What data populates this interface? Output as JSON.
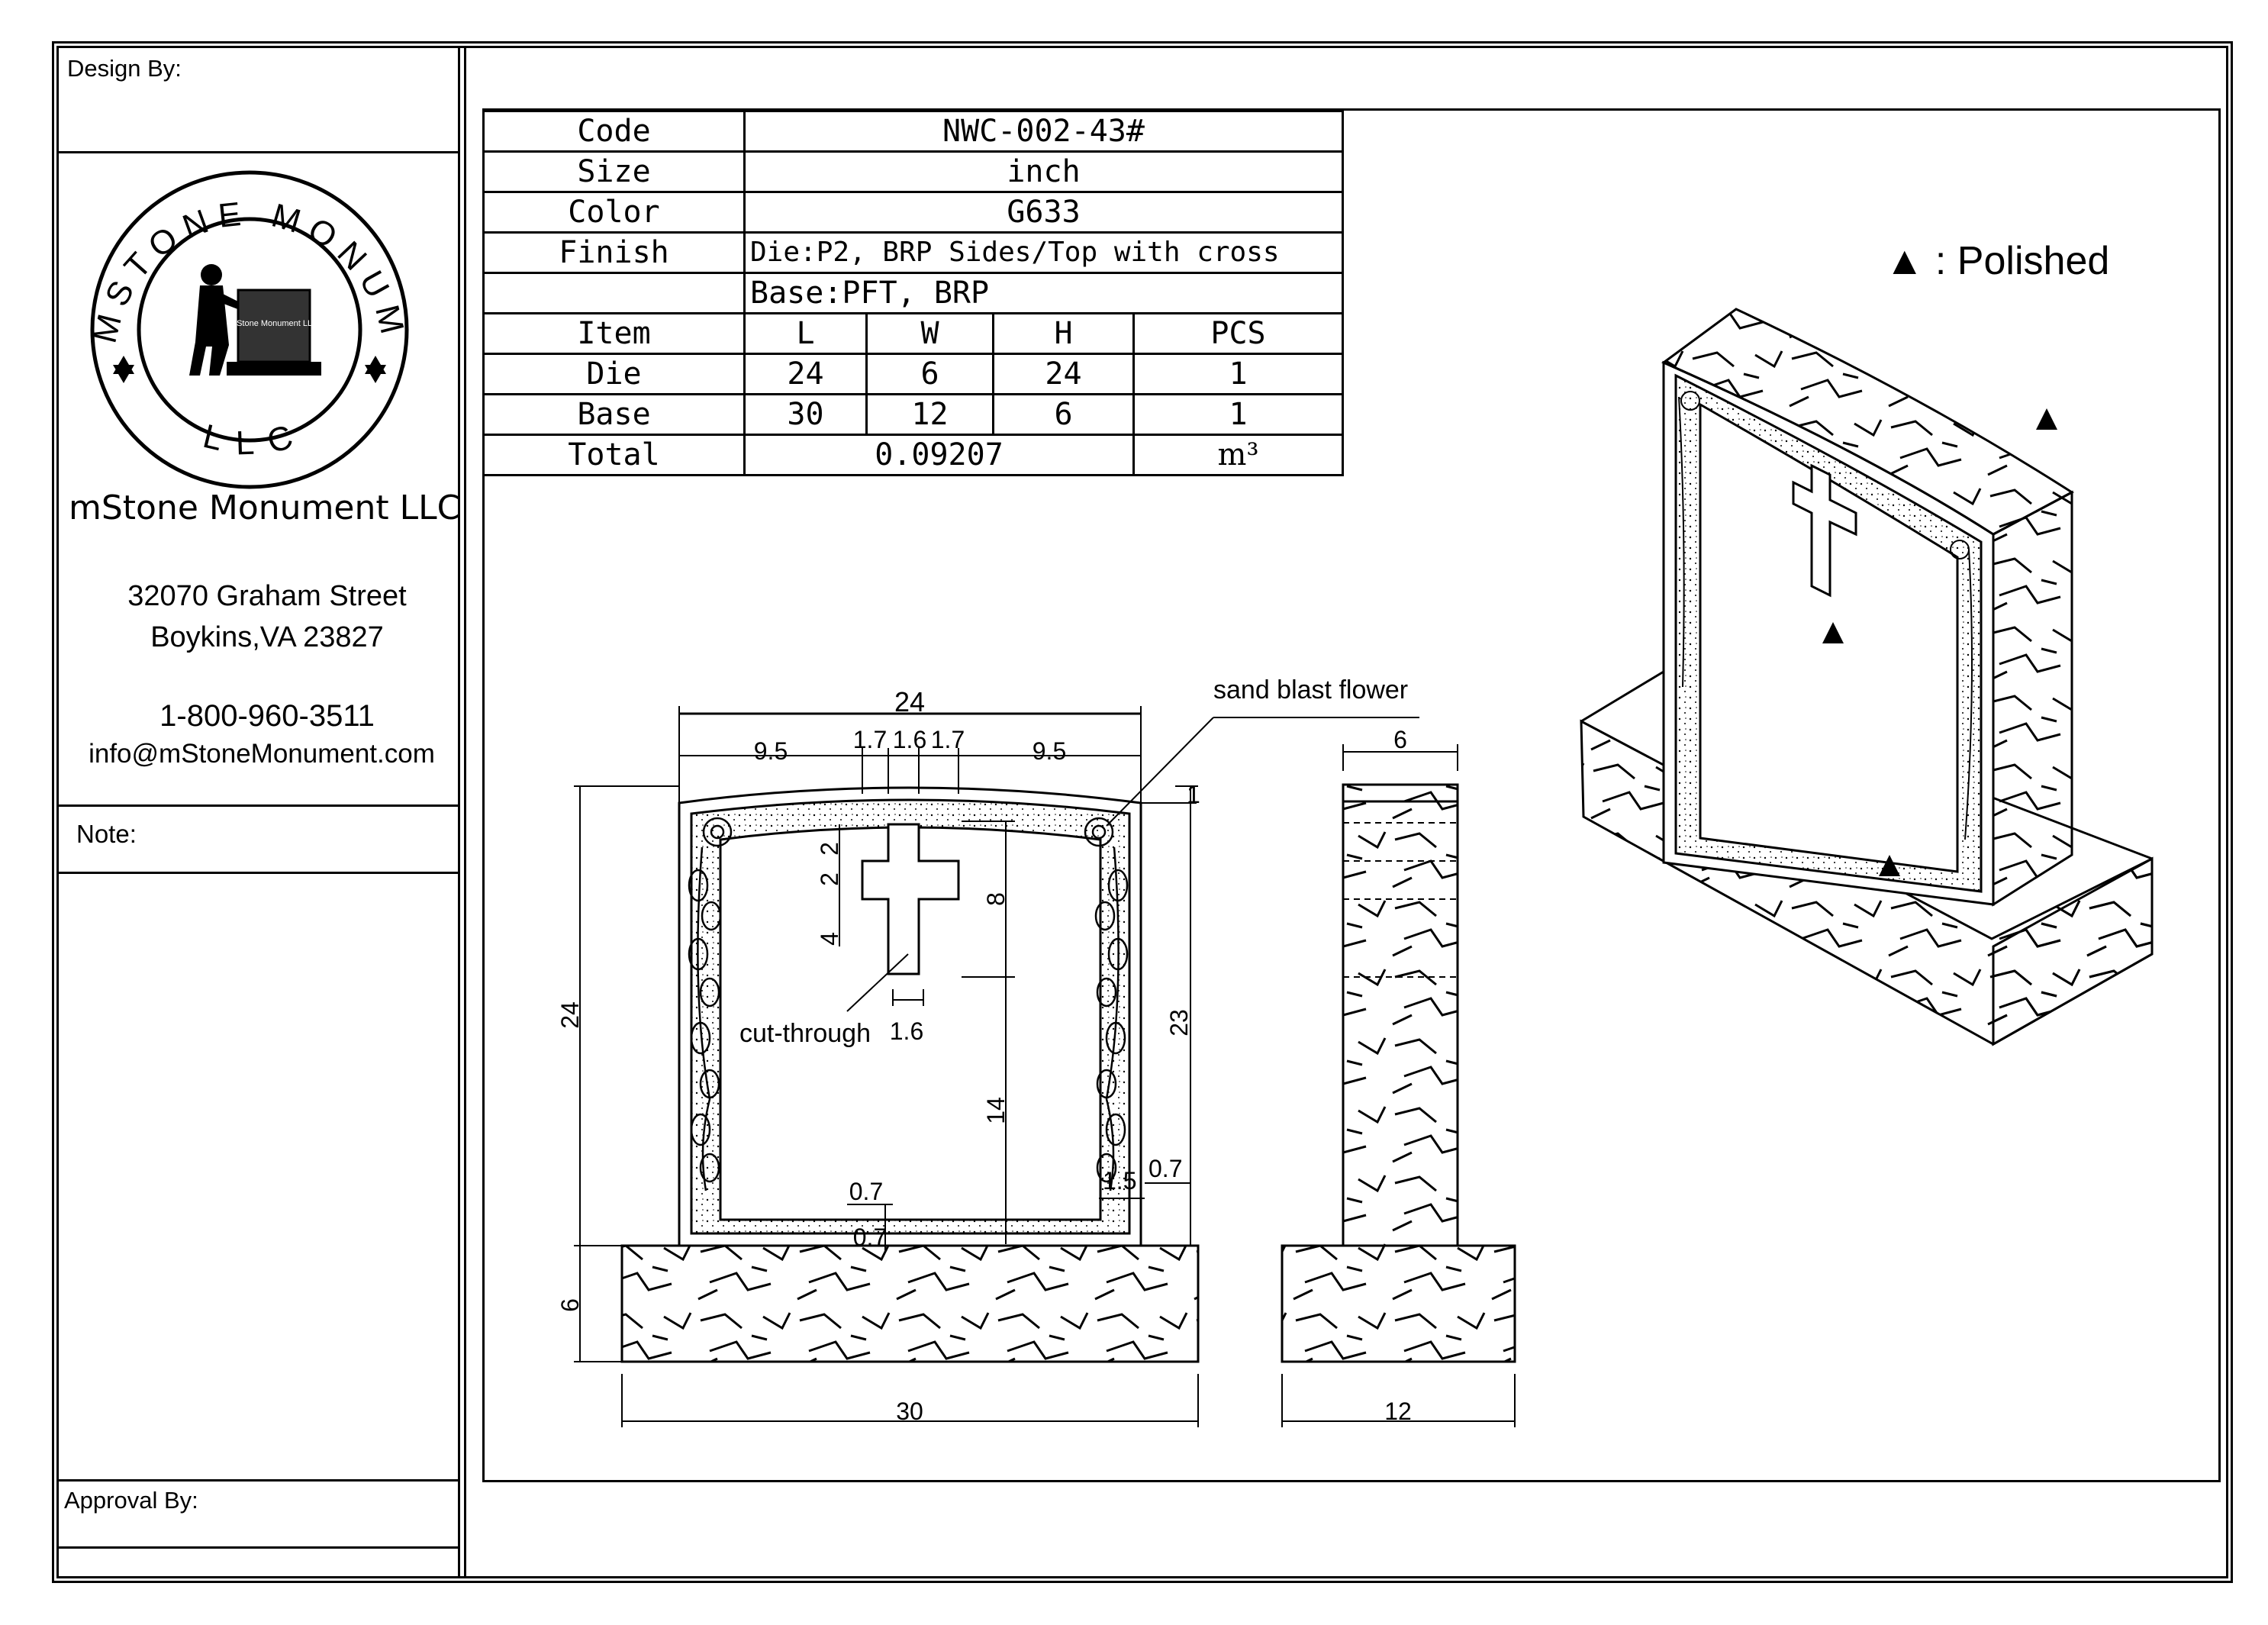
{
  "sidebar": {
    "design_by_label": "Design By:",
    "logo": {
      "arc_top": "MSTONE MONUMENT",
      "arc_bottom": "LLC",
      "stone_text": "mStone Monument LLC"
    },
    "company_name": "mStone Monument LLC",
    "address_line1": "32070 Graham Street",
    "address_line2": "Boykins,VA 23827",
    "phone": "1-800-960-3511",
    "email": "info@mStoneMonument.com",
    "note_label": "Note:",
    "approval_label": "Approval By:"
  },
  "spec_table": {
    "code_label": "Code",
    "code_value": "NWC-002-43#",
    "size_label": "Size",
    "size_value": "inch",
    "color_label": "Color",
    "color_value": "G633",
    "finish_label": "Finish",
    "finish_die": "Die:P2, BRP Sides/Top with cross",
    "finish_base": "Base:PFT, BRP",
    "headers": [
      "Item",
      "L",
      "W",
      "H",
      "PCS"
    ],
    "rows": [
      {
        "item": "Die",
        "l": "24",
        "w": "6",
        "h": "24",
        "pcs": "1"
      },
      {
        "item": "Base",
        "l": "30",
        "w": "12",
        "h": "6",
        "pcs": "1"
      }
    ],
    "total_label": "Total",
    "total_value": "0.09207",
    "total_unit": "m³"
  },
  "legend": {
    "polished": "▲ : Polished"
  },
  "front_view": {
    "overall_width": "24",
    "left_margin": "9.5",
    "cross_arm_1": "1.7",
    "cross_width": "1.6",
    "cross_arm_2": "1.7",
    "right_margin": "9.5",
    "top_border": "1",
    "cross_seg_1": "2",
    "cross_seg_2": "2",
    "cross_seg_3": "4",
    "cross_height": "8",
    "die_height": "24",
    "inner_height": "23",
    "lower_height": "14",
    "cross_stem": "1.6",
    "cutthrough_label": "cut-through",
    "sandblast_label": "sand blast flower",
    "side_border": "1.5",
    "side_inset": "0.7",
    "bottom_inset_1": "0.7",
    "bottom_inset_2": "0.7",
    "base_height": "6",
    "base_width": "30"
  },
  "side_view": {
    "die_depth": "6",
    "base_depth": "12"
  }
}
